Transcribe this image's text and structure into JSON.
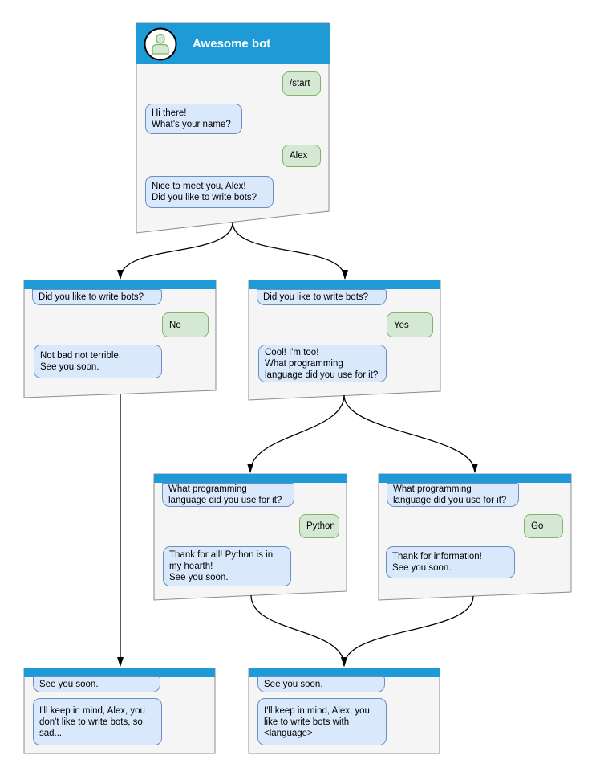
{
  "colors": {
    "header_blue": "#1E9BD7",
    "node_background": "#F5F5F5",
    "node_border": "#8C8C8C",
    "bot_bubble_fill": "#DAE8FC",
    "bot_bubble_border": "#6C8EBF",
    "user_bubble_fill": "#D5E8D4",
    "user_bubble_border": "#82B366",
    "edge_color": "#000000"
  },
  "nodes": [
    {
      "id": "awesome-bot",
      "title": "Awesome bot",
      "avatar_icon": "person-icon",
      "messages": [
        {
          "from": "user",
          "text": "/start"
        },
        {
          "from": "bot",
          "text": "Hi there!\nWhat's your name?"
        },
        {
          "from": "user",
          "text": "Alex"
        },
        {
          "from": "bot",
          "text": "Nice to meet you, Alex!\nDid you like to write bots?"
        }
      ]
    },
    {
      "id": "branch-no",
      "messages": [
        {
          "from": "bot",
          "text": "Did you like to write bots?"
        },
        {
          "from": "user",
          "text": "No"
        },
        {
          "from": "bot",
          "text": "Not bad not terrible.\nSee you soon."
        }
      ]
    },
    {
      "id": "branch-yes",
      "messages": [
        {
          "from": "bot",
          "text": "Did you like to write bots?"
        },
        {
          "from": "user",
          "text": "Yes"
        },
        {
          "from": "bot",
          "text": "Cool! I'm too!\nWhat programming\nlanguage did you use for it?"
        }
      ]
    },
    {
      "id": "branch-python",
      "messages": [
        {
          "from": "bot",
          "text": "What programming\nlanguage did you use for it?"
        },
        {
          "from": "user",
          "text": "Python"
        },
        {
          "from": "bot",
          "text": "Thank for all! Python is in\nmy hearth!\nSee you soon."
        }
      ]
    },
    {
      "id": "branch-go",
      "messages": [
        {
          "from": "bot",
          "text": "What programming\nlanguage did you use for it?"
        },
        {
          "from": "user",
          "text": "Go"
        },
        {
          "from": "bot",
          "text": "Thank for information!\nSee you soon."
        }
      ]
    },
    {
      "id": "end-no",
      "messages": [
        {
          "from": "bot",
          "text": "See you soon."
        },
        {
          "from": "bot",
          "text": "I'll keep in mind, Alex, you\ndon't like to write bots, so\nsad..."
        }
      ]
    },
    {
      "id": "end-yes",
      "messages": [
        {
          "from": "bot",
          "text": "See you soon."
        },
        {
          "from": "bot",
          "text": "I'll keep in mind, Alex, you\nlike to write bots with\n<language>"
        }
      ]
    }
  ],
  "edges": [
    {
      "from": "awesome-bot",
      "to": "branch-no"
    },
    {
      "from": "awesome-bot",
      "to": "branch-yes"
    },
    {
      "from": "branch-no",
      "to": "end-no"
    },
    {
      "from": "branch-yes",
      "to": "branch-python"
    },
    {
      "from": "branch-yes",
      "to": "branch-go"
    },
    {
      "from": "branch-python",
      "to": "end-yes"
    },
    {
      "from": "branch-go",
      "to": "end-yes"
    }
  ]
}
